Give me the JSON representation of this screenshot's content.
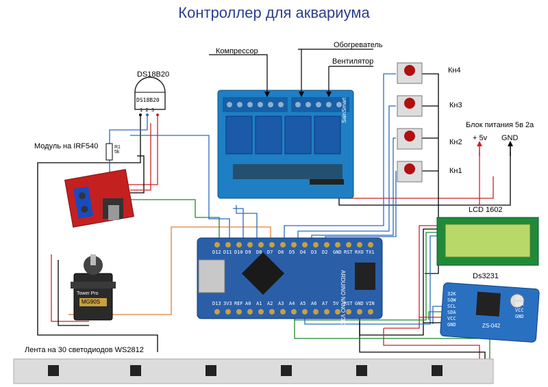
{
  "title": "Контроллер для аквариума",
  "labels": {
    "ds18b20_top": "DS18B20",
    "ds18b20_body": "DS18B20",
    "ds18b20_pins": "1  2  3",
    "resistor": "R1 5k",
    "irf540_module": "Модуль на IRF540",
    "compressor": "Компрессор",
    "heater": "Обогреватель",
    "fan": "Вентилятор",
    "btn4": "Кн4",
    "btn3": "Кн3",
    "btn2": "Кн2",
    "btn1": "Кн1",
    "psu": "Блок питания 5в 2а",
    "plus5v": "+ 5v",
    "gnd": "GND",
    "lcd": "LCD 1602",
    "rtc": "Ds3231",
    "strip": "Лента на 30 светодиодов WS2812",
    "servo_brand": "Tower Pro",
    "servo_model": "MG90S",
    "relay_brand": "SainSmart",
    "rtc_chip": "ZS-042",
    "nano_board": "ARDUINO NANO V3.0",
    "nano_pins_top": [
      "D12",
      "D11",
      "D10",
      "D9",
      "D8",
      "D7",
      "D6",
      "D5",
      "D4",
      "D3",
      "D2",
      "GND",
      "RST",
      "RXO",
      "TX1"
    ],
    "nano_pins_bottom": [
      "D13",
      "3V3",
      "REF",
      "A0",
      "A1",
      "A2",
      "A3",
      "A4",
      "A5",
      "A6",
      "A7",
      "5V",
      "RST",
      "GND",
      "VIN"
    ],
    "rtc_pins_left": [
      "32K",
      "SQW",
      "SCL",
      "SDA",
      "VCC",
      "GND"
    ],
    "rtc_pins_right": [
      "SCL",
      "SDA",
      "VCC",
      "GND"
    ]
  },
  "colors": {
    "title": "#2b3f8f",
    "relay_board": "#1e7fc4",
    "relay_block": "#1560a8",
    "nano_board": "#2a5fa8",
    "lcd_green": "#b8d86a",
    "lcd_board": "#1f8a3a",
    "rtc_board": "#2a70c0",
    "irf_board": "#c42020",
    "servo_body": "#2a2a2a",
    "wire_red": "#d02020",
    "wire_green": "#1a8a2a",
    "wire_blue": "#2a6ac0",
    "wire_black": "#000000",
    "wire_orange": "#e0803a"
  }
}
